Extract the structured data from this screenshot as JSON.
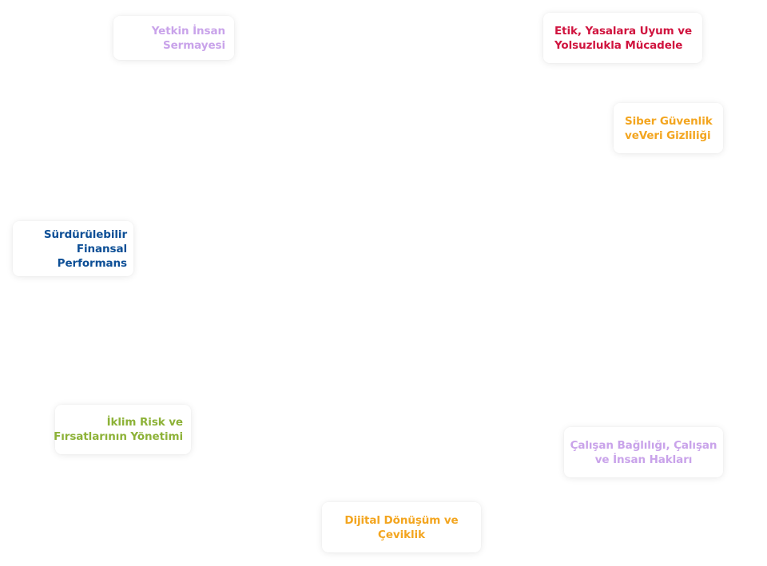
{
  "cards": [
    {
      "lines": [
        "Yetkin İnsan",
        "Sermayesi"
      ],
      "color": "#c9a3ea"
    },
    {
      "lines": [
        "Etik, Yasalara Uyum ve",
        "Yolsuzlukla Mücadele"
      ],
      "color": "#d0143f"
    },
    {
      "lines": [
        "Siber Güvenlik",
        "veVeri Gizliliği"
      ],
      "color": "#f3a51f"
    },
    {
      "lines": [
        "Sürdürülebilir",
        "Finansal",
        "Performans"
      ],
      "color": "#0d4f96"
    },
    {
      "lines": [
        "İklim Risk ve",
        "Fırsatlarının Yönetimi"
      ],
      "color": "#8db238"
    },
    {
      "lines": [
        "Çalışan Bağlılığı, Çalışan",
        "ve İnsan Hakları"
      ],
      "color": "#c9a3ea"
    },
    {
      "lines": [
        "Dijital Dönüşüm ve",
        "Çeviklik"
      ],
      "color": "#f3a51f"
    }
  ]
}
